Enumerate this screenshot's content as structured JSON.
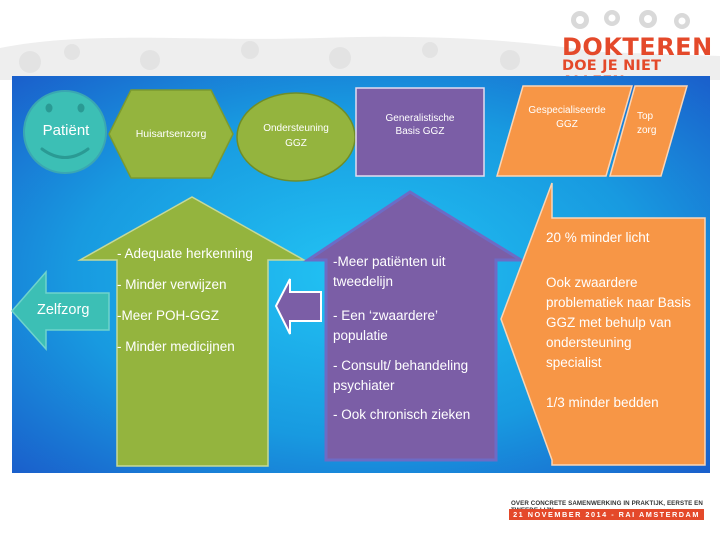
{
  "logo": {
    "line1": "DOKTEREN",
    "line2": "DOE JE NIET ALLEEN"
  },
  "footer": {
    "line1": "OVER CONCRETE SAMENWERKING IN PRAKTIJK, EERSTE EN TWEEDE LIJN",
    "line2": "21 NOVEMBER 2014 - RAI AMSTERDAM"
  },
  "top_row": {
    "patient": "Patiënt",
    "huisartsenzorg": "Huisartsenzorg",
    "ondersteuning": [
      "Ondersteuning",
      "GGZ"
    ],
    "generalistische": [
      "Generalistische",
      "Basis GGZ"
    ],
    "gespecialiseerde": [
      "Gespecialiseerde",
      "GGZ"
    ],
    "topzorg": [
      "Top",
      "zorg"
    ]
  },
  "zelfzorg": "Zelfzorg",
  "green_list": [
    "- Adequate herkenning",
    "- Minder verwijzen",
    "-Meer POH-GGZ",
    "- Minder medicijnen"
  ],
  "purple_list": [
    "-Meer patiënten uit",
    "tweedelijn",
    "- Een ‘zwaardere’",
    "populatie",
    "- Consult/ behandeling",
    "psychiater",
    "- Ook chronisch zieken"
  ],
  "orange_list": [
    "20 % minder licht",
    "Ook zwaardere",
    "problematiek naar Basis",
    "GGZ met behulp van",
    "ondersteuning",
    "specialist",
    "1/3 minder bedden"
  ],
  "colors": {
    "teal": "#3cbfb5",
    "green": "#94b43e",
    "purple": "#7b5ea6",
    "orange": "#f79646",
    "blue_light": "#17aae6",
    "blue_dark": "#1a5fcf",
    "logo_red": "#e4492a"
  }
}
